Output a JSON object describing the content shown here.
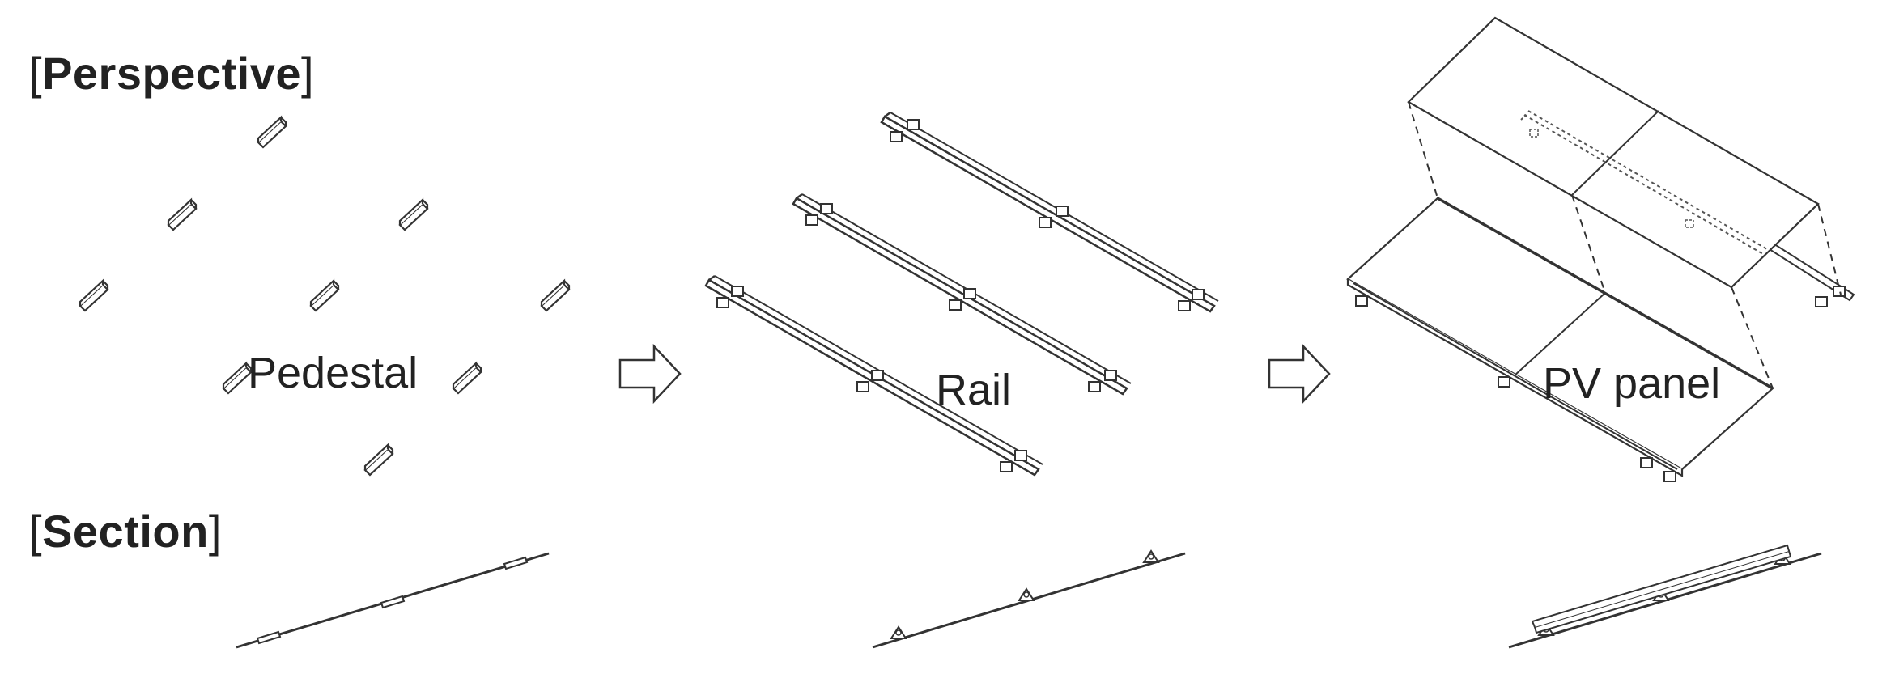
{
  "headings": {
    "perspective": {
      "open": "[",
      "word": "Perspective",
      "close": "]"
    },
    "section": {
      "open": "[",
      "word": "Section",
      "close": "]"
    }
  },
  "labels": {
    "pedestal": "Pedestal",
    "rail": "Rail",
    "pv_panel": "PV panel"
  },
  "colors": {
    "line": "#333333",
    "fill": "#ffffff",
    "hidden": "#555555"
  },
  "icons": [
    "arrow-right-icon",
    "arrow-right-icon"
  ]
}
